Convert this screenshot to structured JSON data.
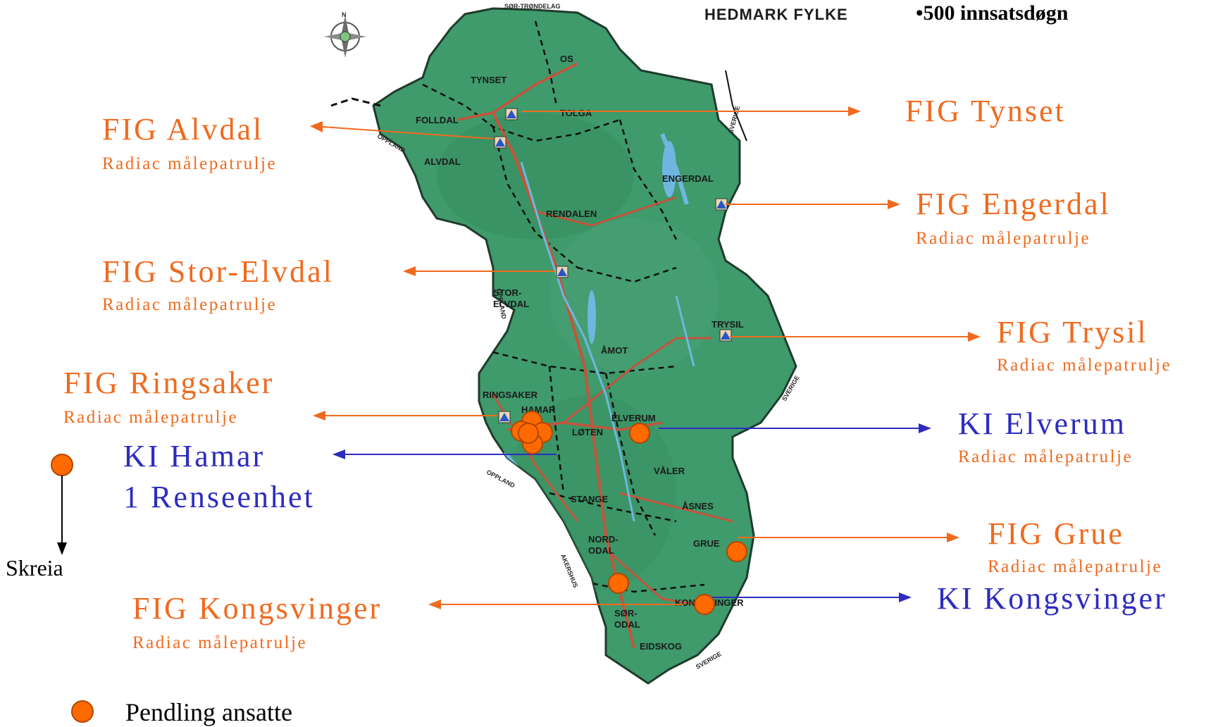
{
  "map": {
    "header_title": "HEDMARK FYLKE",
    "top_note": "•500 innsatsdøgn",
    "neighbor_labels": {
      "north": "SØR-TRØNDELAG",
      "west_upper": "OPPLAND",
      "west_mid": "OPPLAND",
      "west_lower": "OPPLAND",
      "south_west": "AKERSHUS",
      "east_upper": "SVERIGE",
      "east_mid": "SVERIGE",
      "south_east": "SVERIGE"
    },
    "compass_letter": "N",
    "municipalities": {
      "os": "OS",
      "tynset": "TYNSET",
      "tolga": "TOLGA",
      "folldal": "FOLLDAL",
      "alvdal": "ALVDAL",
      "engerdal": "ENGERDAL",
      "rendalen": "RENDALEN",
      "stor_elvdal_1": "STOR-",
      "stor_elvdal_2": "ELVDAL",
      "trysil": "TRYSIL",
      "amot": "ÅMOT",
      "ringsaker": "RINGSAKER",
      "hamar": "HAMAR",
      "loten": "LØTEN",
      "elverum": "ELVERUM",
      "valer": "VÅLER",
      "stange": "STANGE",
      "asnes": "ÅSNES",
      "grue": "GRUE",
      "nord_odal_1": "NORD-",
      "nord_odal_2": "ODAL",
      "kongsvinger": "KONGSVINGER",
      "sor_odal_1": "SØR-",
      "sor_odal_2": "ODAL",
      "eidskog": "EIDSKOG"
    }
  },
  "labels": {
    "alvdal": {
      "title": "FIG Alvdal",
      "sub": "Radiac målepatrulje"
    },
    "tynset": {
      "title": "FIG Tynset"
    },
    "engerdal": {
      "title": "FIG Engerdal",
      "sub": "Radiac målepatrulje"
    },
    "stor_elvdal": {
      "title": "FIG Stor-Elvdal",
      "sub": "Radiac målepatrulje"
    },
    "trysil": {
      "title": "FIG Trysil",
      "sub": "Radiac målepatrulje"
    },
    "ringsaker": {
      "title": "FIG Ringsaker",
      "sub": "Radiac målepatrulje"
    },
    "elverum": {
      "title": "KI Elverum",
      "sub": "Radiac målepatrulje"
    },
    "hamar": {
      "title": "KI Hamar",
      "sub": "1 Renseenhet"
    },
    "grue": {
      "title": "FIG Grue",
      "sub": "Radiac målepatrulje"
    },
    "kongsvinger_fig": {
      "title": "FIG Kongsvinger",
      "sub": "Radiac målepatrulje"
    },
    "kongsvinger_ki": {
      "title": "KI Kongsvinger"
    }
  },
  "side_note": {
    "label": "Skreia"
  },
  "legend": {
    "label": "Pendling ansatte"
  },
  "colors": {
    "fig_orange": "#f06a1e",
    "ki_blue": "#2c2cc0",
    "map_green": "#3f9a6c",
    "road_red": "#c4543c",
    "water_blue": "#6fb7e0",
    "marker_orange": "#ff6a00"
  }
}
